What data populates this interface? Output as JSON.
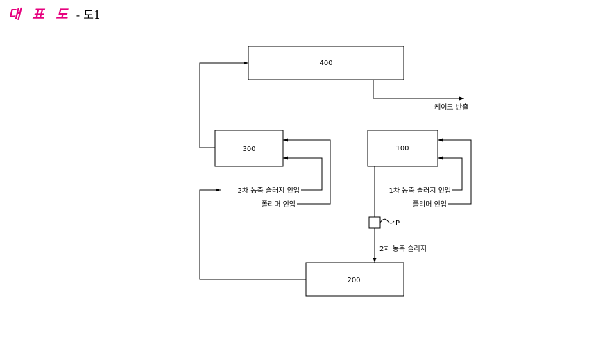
{
  "header": {
    "title": "대 표 도",
    "separator": "-",
    "figure": "도1"
  },
  "diagram": {
    "boxes": {
      "b400": "400",
      "b300": "300",
      "b100": "100",
      "b200": "200"
    },
    "labels": {
      "cake_out": "케이크 반출",
      "secondary_sludge_in": "2차 농축 슬러지 인입",
      "polymer_in_left": "폴리머 인입",
      "primary_sludge_in": "1차 농축 슬러지 인입",
      "polymer_in_right": "폴리머 인입",
      "pump": "P",
      "secondary_sludge": "2차 농축 슬러지"
    }
  }
}
